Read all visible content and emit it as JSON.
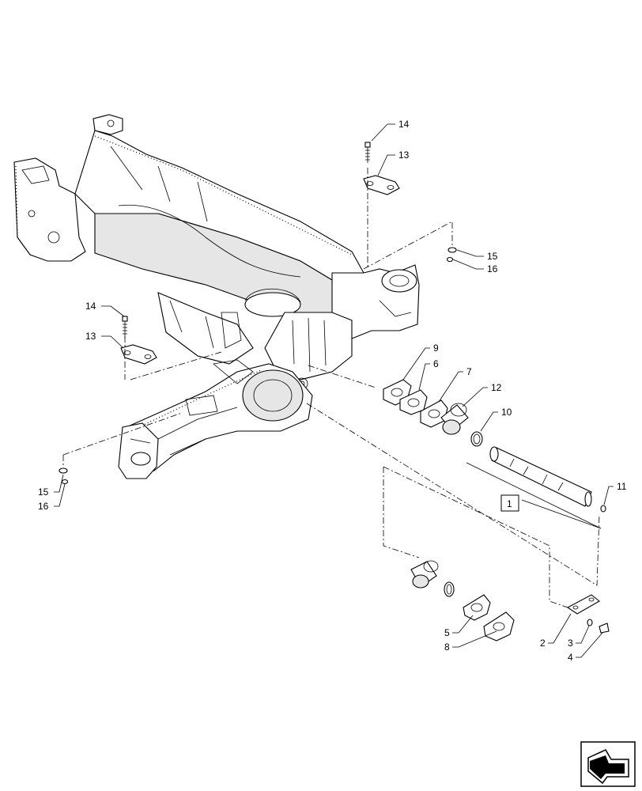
{
  "callouts": {
    "c1": "1",
    "c2": "2",
    "c3": "3",
    "c4": "4",
    "c5": "5",
    "c6": "6",
    "c7": "7",
    "c8": "8",
    "c9": "9",
    "c10": "10",
    "c11": "11",
    "c12": "12",
    "c13a": "13",
    "c13b": "13",
    "c14a": "14",
    "c14b": "14",
    "c15a": "15",
    "c15b": "15",
    "c16a": "16",
    "c16b": "16"
  },
  "icons": {
    "nav": "next-page-arrow-icon"
  }
}
